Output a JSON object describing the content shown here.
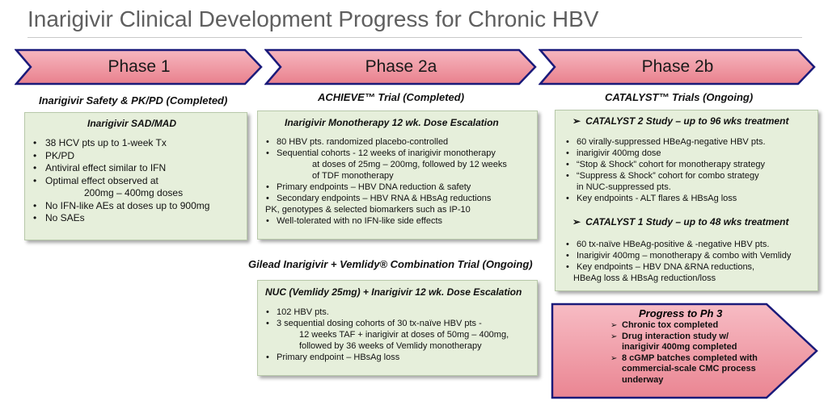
{
  "title": "Inarigivir Clinical Development Progress for Chronic HBV",
  "colors": {
    "chevron_fill": "#f19ba6",
    "chevron_border": "#1a1a7a",
    "box_fill": "#e6efdb",
    "title_color": "#5f5f5f"
  },
  "phases": [
    {
      "label": "Phase 1"
    },
    {
      "label": "Phase 2a"
    },
    {
      "label": "Phase 2b"
    }
  ],
  "phase1": {
    "heading": "Inarigivir Safety & PK/PD (Completed)",
    "box_title": "Inarigivir SAD/MAD",
    "bullets": [
      "38 HCV pts up to 1-week Tx",
      "PK/PD",
      "Antiviral effect similar to IFN",
      "Optimal effect observed at",
      "No IFN-like AEs at doses up to 900mg",
      "No SAEs"
    ],
    "bullet4_cont": "200mg – 400mg doses"
  },
  "phase2a": {
    "heading": "ACHIEVE™ Trial (Completed)",
    "box_title": "Inarigivir Monotherapy 12 wk. Dose Escalation",
    "b1": "80 HBV pts. randomized placebo-controlled",
    "b2": "Sequential cohorts - 12 weeks of inarigivir monotherapy",
    "b2_c1": "at doses of 25mg – 200mg, followed by 12 weeks",
    "b2_c2": "of TDF monotherapy",
    "b3": "Primary endpoints – HBV DNA reduction & safety",
    "b4": "Secondary endpoints – HBV RNA & HBsAg reductions",
    "b4_c1": "PK, genotypes & selected biomarkers such as IP-10",
    "b5": "Well-tolerated with no IFN-like side effects",
    "heading2": "Gilead Inarigivir + Vemlidy® Combination Trial (Ongoing)",
    "box2_title": "NUC (Vemlidy 25mg) + Inarigivir 12 wk. Dose Escalation",
    "c1": "102 HBV pts.",
    "c2": "3 sequential dosing cohorts of 30 tx-naïve HBV pts -",
    "c2_c1": "12 weeks TAF + inarigivir at doses of 50mg – 400mg,",
    "c2_c2": "followed by 36 weeks of Vemlidy monotherapy",
    "c3": "Primary endpoint – HBsAg loss"
  },
  "phase2b": {
    "heading": "CATALYST™ Trials (Ongoing)",
    "study2_title": "CATALYST 2 Study – up to 96 wks treatment",
    "s2_b1": "60 virally-suppressed HBeAg-negative HBV pts.",
    "s2_b2": "inarigivir 400mg dose",
    "s2_b3": "“Stop & Shock” cohort for monotherapy strategy",
    "s2_b4": "“Suppress & Shock” cohort for combo strategy",
    "s2_b4_c1": "in NUC-suppressed pts.",
    "s2_b5": "Key endpoints - ALT flares & HBsAg loss",
    "study1_title": "CATALYST 1 Study – up to 48 wks treatment",
    "s1_b1": "60 tx-naïve HBeAg-positive & -negative HBV pts.",
    "s1_b2": "Inarigivir 400mg – monotherapy & combo with Vemlidy",
    "s1_b3": "Key endpoints – HBV DNA &RNA reductions,",
    "s1_b3_c1": "HBeAg loss & HBsAg reduction/loss"
  },
  "progress": {
    "title": "Progress to Ph 3",
    "items": [
      "Chronic tox completed",
      "Drug interaction study w/",
      "8 cGMP batches completed with"
    ],
    "item2_cont": "inarigivir 400mg completed",
    "item3_cont1": "commercial-scale CMC process",
    "item3_cont2": "underway"
  }
}
